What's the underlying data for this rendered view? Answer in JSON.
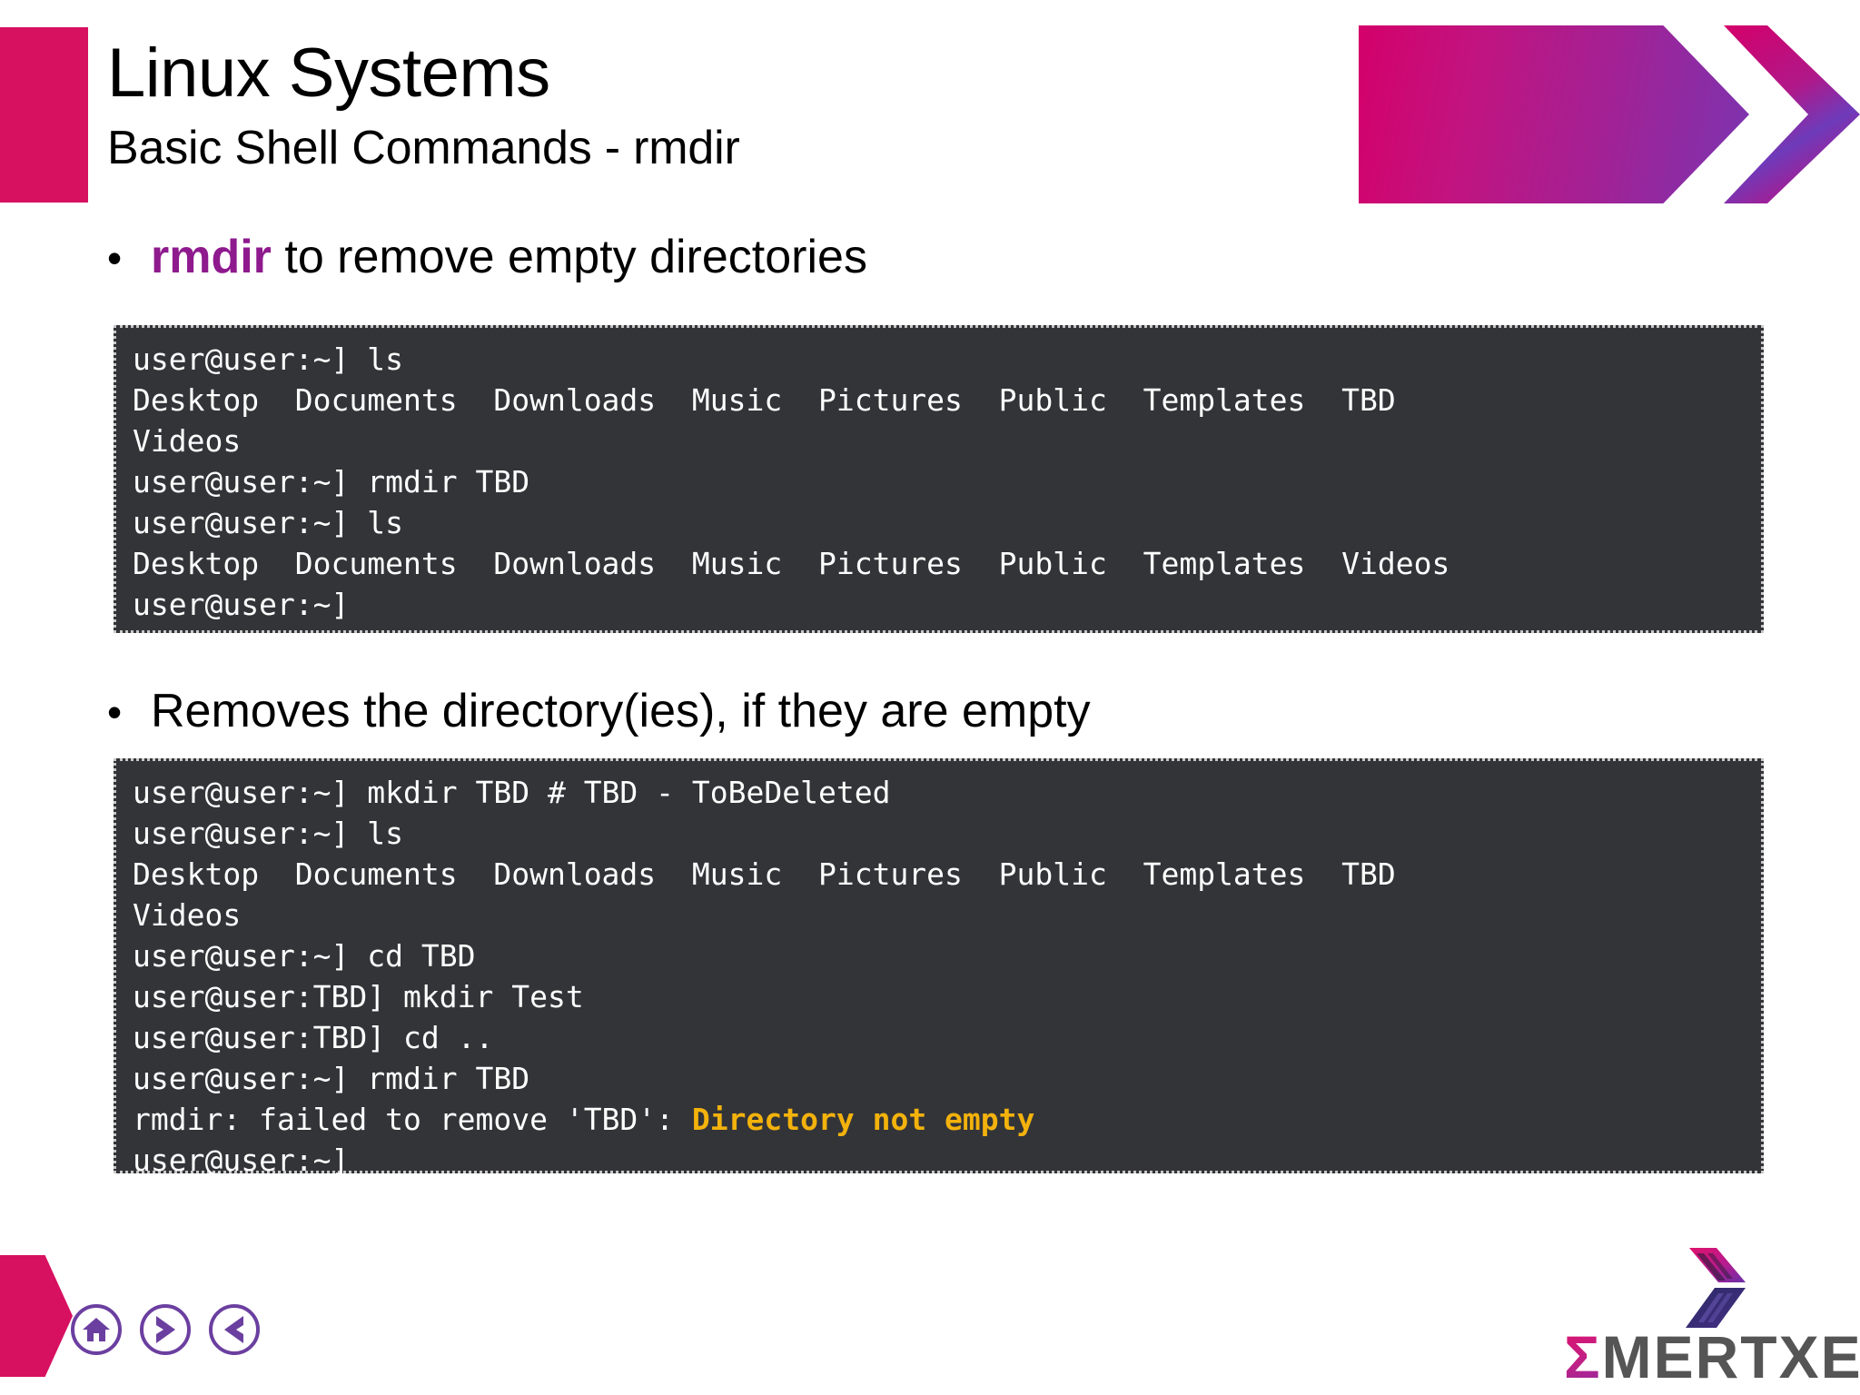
{
  "header": {
    "title": "Linux Systems",
    "subtitle": "Basic Shell Commands - rmdir",
    "pink_bar_color": "#D81060",
    "banner_gradient_start": "#D4006A",
    "banner_gradient_end": "#7B34B0"
  },
  "bullets": [
    {
      "marker": "•",
      "keyword": "rmdir",
      "keyword_color": "#8E1A8E",
      "rest": " to remove empty directories"
    },
    {
      "marker": "•",
      "keyword": "",
      "keyword_color": "#000000",
      "rest": "Removes the directory(ies), if they are empty"
    }
  ],
  "terminals": [
    {
      "name": "terminal-block-1",
      "background_color": "#333438",
      "text_color": "#FFFFFF",
      "lines": [
        "user@user:~] ls",
        "Desktop  Documents  Downloads  Music  Pictures  Public  Templates  TBD",
        "Videos",
        "user@user:~] rmdir TBD",
        "user@user:~] ls",
        "Desktop  Documents  Downloads  Music  Pictures  Public  Templates  Videos",
        "user@user:~]"
      ]
    },
    {
      "name": "terminal-block-2",
      "background_color": "#333438",
      "text_color": "#FFFFFF",
      "error_color": "#F3B20C",
      "lines": [
        "user@user:~] mkdir TBD # TBD - ToBeDeleted",
        "user@user:~] ls",
        "Desktop  Documents  Downloads  Music  Pictures  Public  Templates  TBD",
        "Videos",
        "user@user:~] cd TBD",
        "user@user:TBD] mkdir Test",
        "user@user:TBD] cd ..",
        "user@user:~] rmdir TBD"
      ],
      "error_line_prefix": "rmdir: failed to remove 'TBD': ",
      "error_line_highlight": "Directory not empty",
      "last_line": "user@user:~]"
    }
  ],
  "footer": {
    "nav": [
      {
        "name": "home-icon",
        "label": "Home"
      },
      {
        "name": "next-icon",
        "label": "Next"
      },
      {
        "name": "previous-icon",
        "label": "Previous"
      }
    ],
    "nav_color": "#6B3FA0",
    "logo": {
      "sigma": "Σ",
      "word": "MERTXE",
      "word_color": "#555555"
    },
    "pink_arrow_color": "#D81060"
  }
}
